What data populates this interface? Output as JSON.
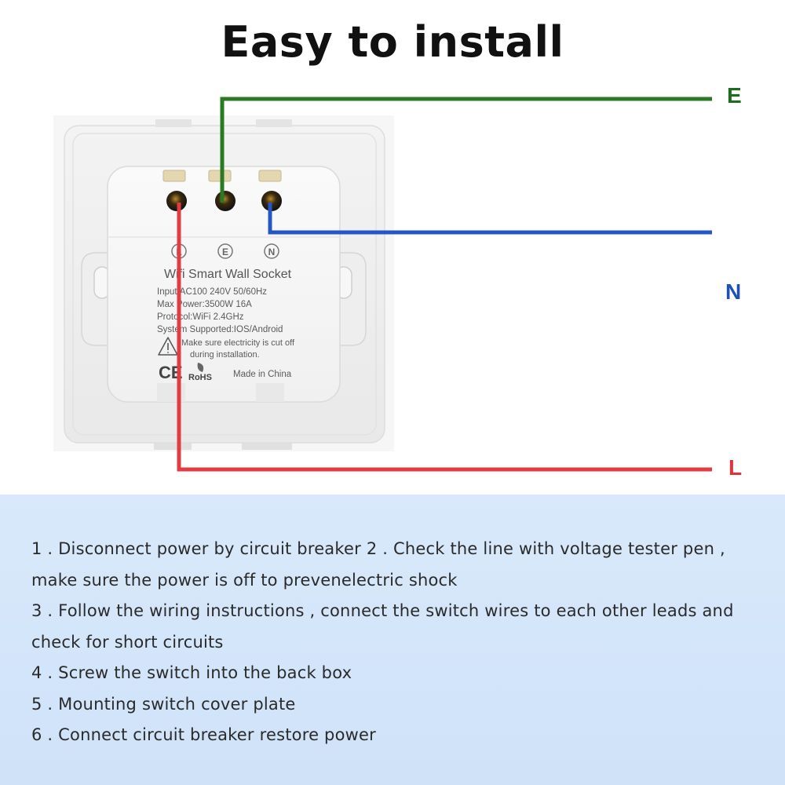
{
  "title": "Easy to install",
  "wire_labels": {
    "earth": "E",
    "neutral": "N",
    "live": "L"
  },
  "colors": {
    "earth_wire": "#2a7a23",
    "neutral_wire": "#2456c8",
    "live_wire": "#e23b44",
    "instructions_bg": "#d5e6fa"
  },
  "device": {
    "terminal_marks": [
      "L",
      "E",
      "N"
    ],
    "product_name": "Wifi Smart Wall Socket",
    "specs": [
      "Input:AC100  240V  50/60Hz",
      "Max Power:3500W  16A",
      "Protocol:WiFi 2.4GHz",
      "System Supported:IOS/Android"
    ],
    "warning": [
      "Make sure electricity is cut off",
      "during installation."
    ],
    "ce_mark": "CE",
    "rohs_mark": "RoHS",
    "origin": "Made in China"
  },
  "steps": [
    "1 . Disconnect power by circuit breaker 2 . Check the line with voltage tester pen , make sure the power is off to prevenelectric shock",
    "3 . Follow the wiring instructions , connect the switch wires to each other leads and check for short circuits",
    "4 . Screw the switch into the back box",
    "5 . Mounting switch cover plate",
    "6 . Connect circuit breaker restore power"
  ]
}
